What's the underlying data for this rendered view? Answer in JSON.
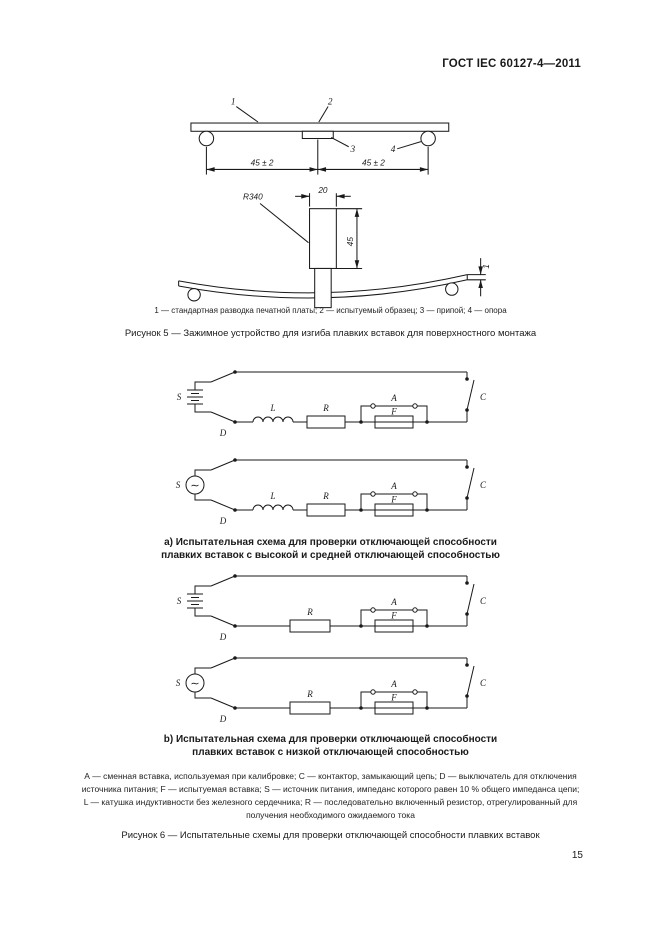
{
  "header": {
    "title": "ГОСТ IEC 60127-4—2011"
  },
  "figure5": {
    "callouts": {
      "c1": "1",
      "c2": "2",
      "c3": "3",
      "c4": "4"
    },
    "dims": {
      "left": "45 ± 2",
      "right": "45 ± 2",
      "radius": "R340",
      "width": "20",
      "height": "45",
      "thickness": "1"
    },
    "legend": "1 — стандартная разводка печатной платы; 2 — испытуемый образец; 3 — припой; 4 — опора",
    "caption": "Рисунок 5 — Зажимное устройство для изгиба плавких вставок для поверхностного монтажа"
  },
  "figure6": {
    "labels": {
      "S": "S",
      "D": "D",
      "L": "L",
      "R": "R",
      "A": "A",
      "F": "F",
      "C": "C",
      "ac": "∼"
    },
    "caption_a": [
      "а) Испытательная схема для проверки отключающей способности",
      "плавких вставок с высокой и средней отключающей способностью"
    ],
    "caption_b": [
      "b) Испытательная схема для проверки отключающей способности",
      "плавких вставок с низкой отключающей способностью"
    ],
    "legend": [
      "А — сменная вставка, используемая при калибровке; С — контактор, замыкающий цепь; D — выключатель для отключения",
      "источника питания; F — испытуемая вставка; S — источник питания, импеданс которого равен 10 % общего импеданса цепи;",
      "L — катушка индуктивности без железного сердечника; R — последовательно включенный резистор, отрегулированный для",
      "получения необходимого ожидаемого тока"
    ],
    "caption": "Рисунок 6 — Испытательные схемы для проверки отключающей способности плавких вставок"
  },
  "page_number": "15"
}
